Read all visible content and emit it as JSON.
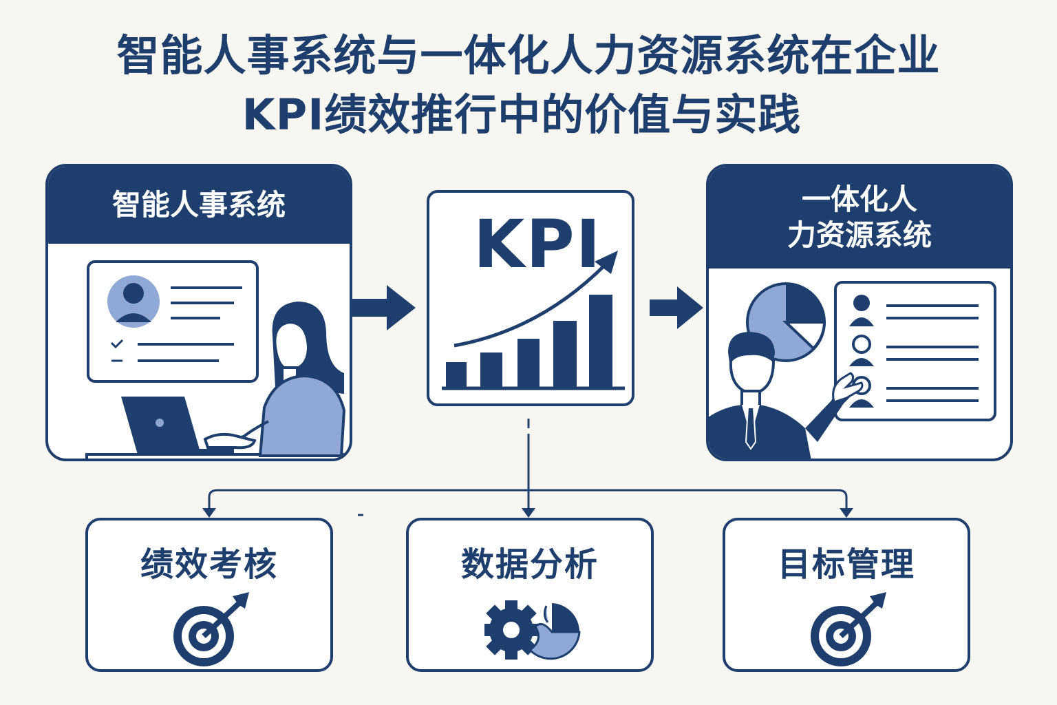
{
  "title": {
    "line1": "智能人事系统与一体化人力资源系统在企业",
    "line2": "KPI绩效推行中的价值与实践"
  },
  "left_panel": {
    "header": "智能人事系统"
  },
  "center_panel": {
    "label": "KPI"
  },
  "right_panel": {
    "header_line1": "一体化人",
    "header_line2": "力资源系统"
  },
  "bottom_boxes": [
    {
      "label": "绩效考核",
      "icon": "target-icon"
    },
    {
      "label": "数据分析",
      "icon": "gear-pie-icon"
    },
    {
      "label": "目标管理",
      "icon": "target-icon"
    }
  ],
  "colors": {
    "navy": "#1e3f6d",
    "light_blue": "#8fa8d6",
    "background": "#f8f6f1"
  }
}
